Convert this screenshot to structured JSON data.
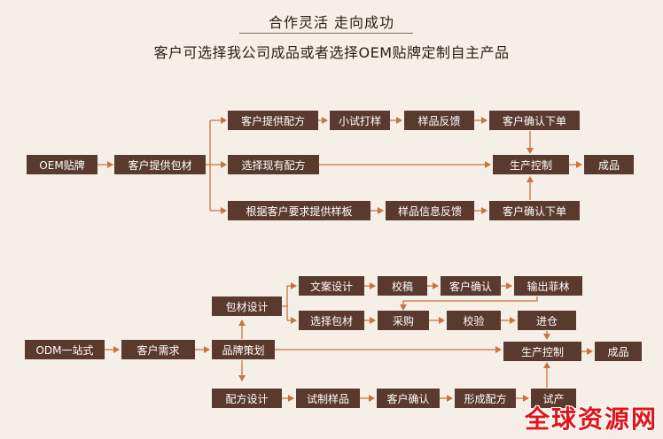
{
  "header": {
    "line1": "合作灵活    走向成功",
    "line2": "客户可选择我公司成品或者选择OEM贴牌定制自主产品"
  },
  "oem": {
    "oem_label": "OEM贴牌",
    "customer_material": "客户提供包材",
    "customer_formula": "客户提供配方",
    "small_trial": "小试打样",
    "sample_feedback": "样品反馈",
    "customer_confirm_order": "客户确认下单",
    "choose_existing_formula": "选择现有配方",
    "production_control": "生产控制",
    "finished_product": "成品",
    "custom_sample_by_requirement": "根据客户要求提供样板",
    "sample_info_feedback": "样品信息反馈",
    "customer_confirm_order_2": "客户确认下单"
  },
  "odm": {
    "odm_label": "ODM一站式",
    "customer_demand": "客户需求",
    "brand_planning": "品牌策划",
    "packaging_design": "包材设计",
    "copy_design": "文案设计",
    "proofing": "校稿",
    "customer_confirm": "客户确认",
    "output_film": "输出菲林",
    "choose_packaging": "选择包材",
    "purchasing": "采购",
    "inspection": "校验",
    "warehouse_in": "进仓",
    "production_control": "生产控制",
    "finished_product": "成品",
    "formula_design": "配方设计",
    "trial_sample": "试制样品",
    "customer_confirm_2": "客户确认",
    "form_formula": "形成配方",
    "trial_production": "试产"
  },
  "watermark": {
    "text": "全球资源网",
    "color": "#e0141b"
  },
  "colors": {
    "box": "#5a3a2e",
    "arrow": "#c8743c",
    "background": "#f6efe7"
  }
}
